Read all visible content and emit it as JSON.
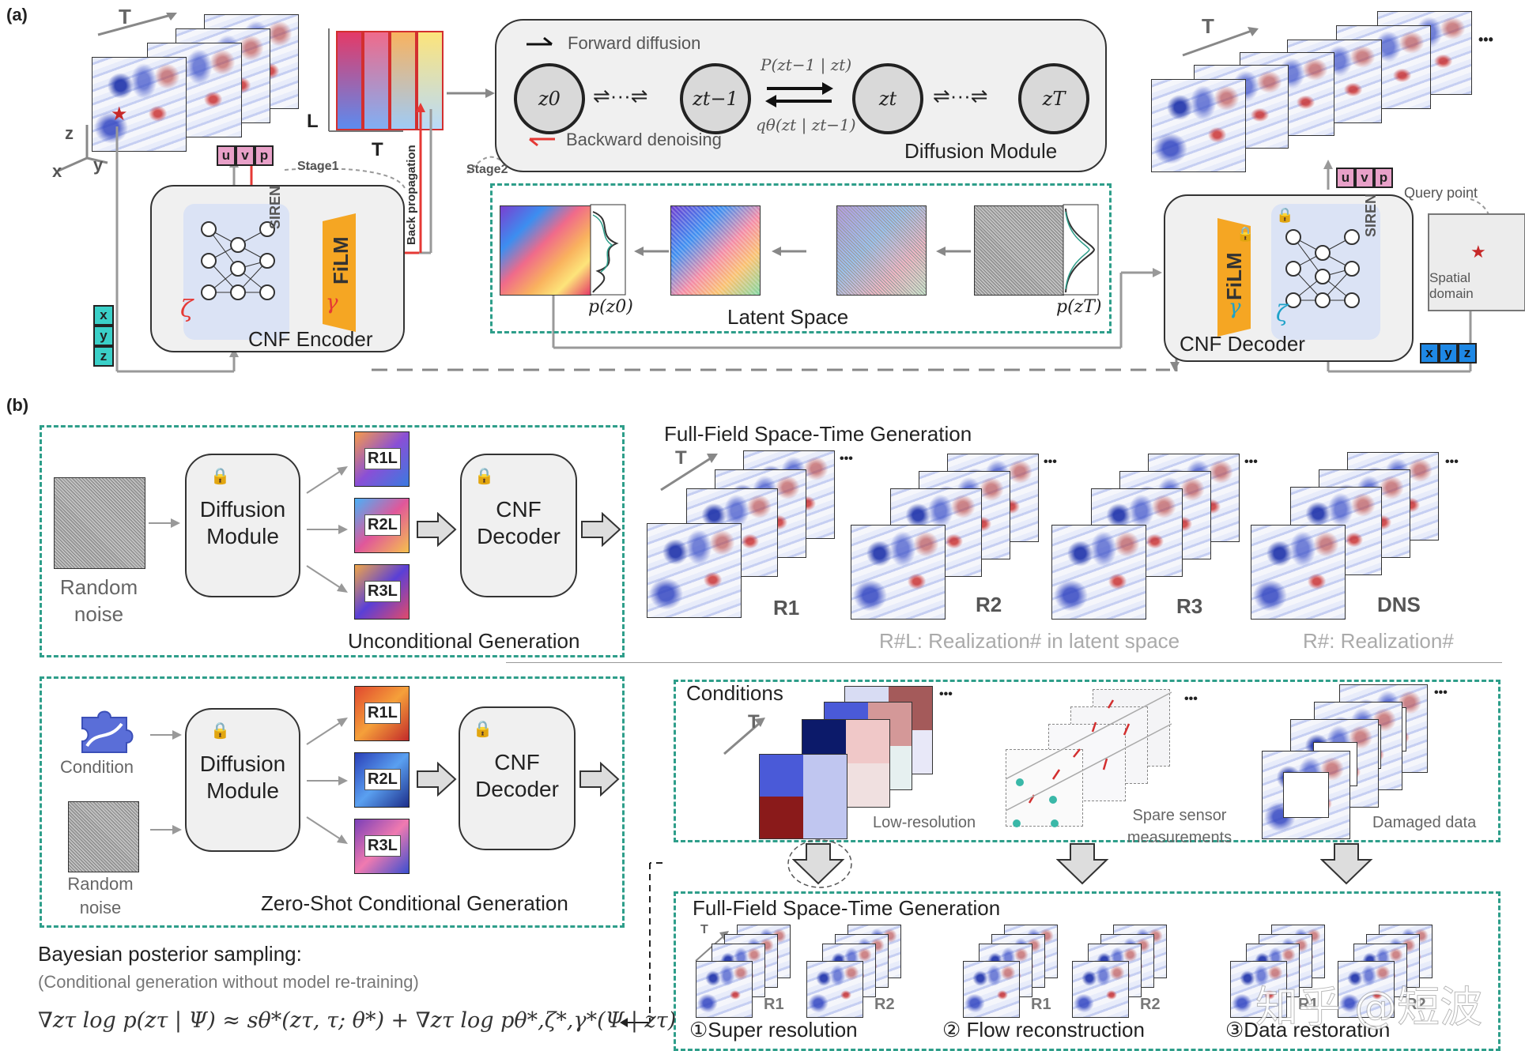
{
  "panel_a": {
    "letter": "(a)",
    "axis_T": "T",
    "axis_z": "z",
    "axis_x": "x",
    "axis_y": "y",
    "latent_L": "L",
    "latent_T": "T",
    "uvp": [
      "u",
      "v",
      "p"
    ],
    "xyz": [
      "x",
      "y",
      "z"
    ],
    "stage1": "Stage1",
    "stage2": "Stage2",
    "back_propagation": "Back propagation",
    "siren": "SIREN",
    "film": "FiLM",
    "zeta": "ζ",
    "gamma": "γ",
    "encoder_label": "CNF Encoder",
    "decoder_label": "CNF Decoder",
    "forward_diffusion": "Forward diffusion",
    "backward_denoising": "Backward denoising",
    "diffusion_module": "Diffusion Module",
    "states": [
      "z0",
      "zt−1",
      "zt",
      "zT"
    ],
    "forward_prob": "P(zt−1 | zt)",
    "backward_prob": "qθ(zt | zt−1)",
    "equil_left": "⇌···⇌",
    "equil_right": "⇌···⇌",
    "latent_space": "Latent Space",
    "p_z0": "p(z0)",
    "p_zT": "p(zT)",
    "query_point": "Query point",
    "spatial_domain": "Spatial domain",
    "ellipsis": "•••"
  },
  "panel_b": {
    "letter": "(b)",
    "uncond": {
      "random_noise": "Random noise",
      "diffusion_module": "Diffusion Module",
      "cnf_decoder": "CNF Decoder",
      "realizations": [
        "R1L",
        "R2L",
        "R3L"
      ],
      "title": "Unconditional Generation"
    },
    "fullfield_top": {
      "title": "Full-Field Space-Time Generation",
      "T": "T",
      "stacks": [
        "R1",
        "R2",
        "R3",
        "DNS"
      ],
      "note_left": "R#L: Realization# in latent space",
      "note_right": "R#: Realization#"
    },
    "cond": {
      "condition": "Condition",
      "random_noise": "Random noise",
      "diffusion_module": "Diffusion Module",
      "cnf_decoder": "CNF Decoder",
      "realizations": [
        "R1L",
        "R2L",
        "R3L"
      ],
      "title": "Zero-Shot Conditional Generation"
    },
    "conditions_box": {
      "title": "Conditions",
      "T": "T",
      "low_res": "Low-resolution",
      "sparse": "Spare sensor measurements",
      "damaged": "Damaged data"
    },
    "fullfield_bottom": {
      "title": "Full-Field Space-Time Generation",
      "T": "T",
      "stack_labels": [
        "R1",
        "R2",
        "R1",
        "R2",
        "R1",
        "R2"
      ],
      "tasks": [
        "①Super resolution",
        "② Flow reconstruction",
        "③Data restoration"
      ]
    },
    "bayes": {
      "title": "Bayesian posterior sampling:",
      "subtitle": "(Conditional generation without model re-training)",
      "equation": "∇zτ log p(zτ | Ψ) ≈ sθ*(zτ, τ; θ*) + ∇zτ log pθ*,ζ*,γ*(Ψ | zτ)"
    },
    "watermark": "知乎 @短波"
  },
  "colors": {
    "teal_dash": "#2e9e8a",
    "pink_tag": "#e8a0c8",
    "cyan_tag": "#3ad0c8",
    "blue_tag": "#1e88e5",
    "film_orange": "#f5a623",
    "stage_red": "#e53935"
  }
}
